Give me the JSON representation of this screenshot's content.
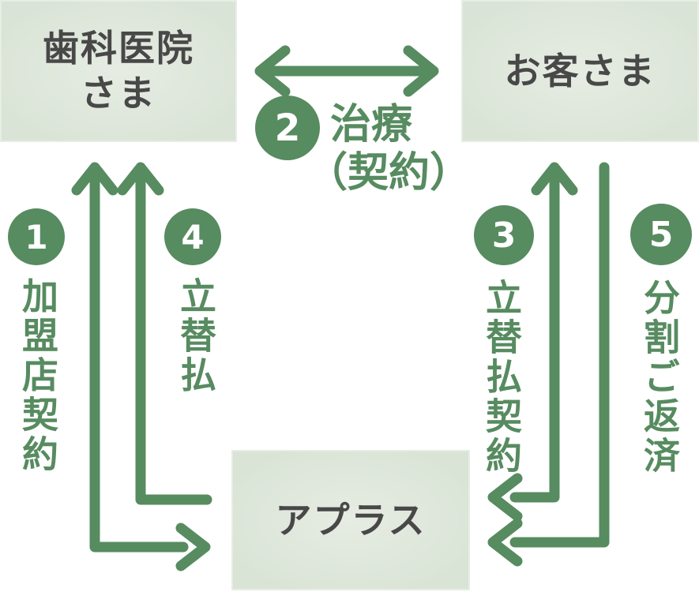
{
  "entities": {
    "clinic": {
      "line1": "歯科医院",
      "line2": "さま"
    },
    "customer": {
      "label": "お客さま"
    },
    "aplus": {
      "label": "アプラス"
    }
  },
  "steps": {
    "s1": {
      "number": "1",
      "label": "加盟店契約"
    },
    "s2": {
      "number": "2",
      "label": "治療",
      "label_sub": "（契約）"
    },
    "s3": {
      "number": "3",
      "label": "立替払契約"
    },
    "s4": {
      "number": "4",
      "label": "立替払"
    },
    "s5": {
      "number": "5",
      "label": "分割ご返済"
    }
  },
  "colors": {
    "green": "#578b60",
    "box_bg": "#dae4d6",
    "box_bg_light": "#e6ece3",
    "text_dark": "#484848",
    "number_text": "#ffffff"
  }
}
